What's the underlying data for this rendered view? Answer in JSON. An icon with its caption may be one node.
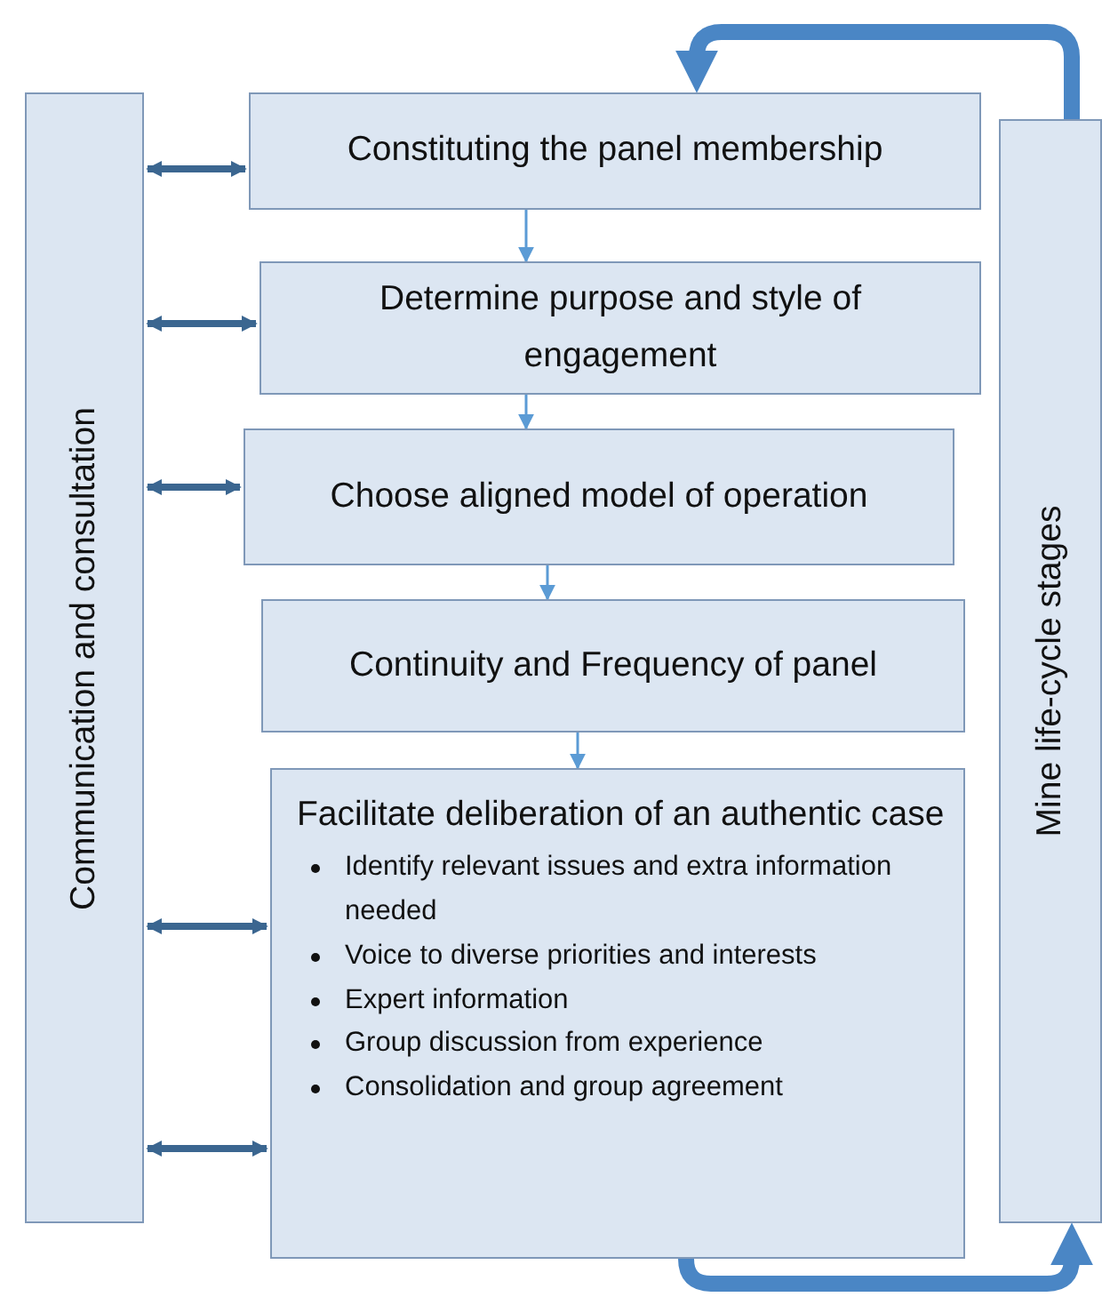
{
  "diagram": {
    "nodes": [
      {
        "text": [
          "Communication and consultation"
        ]
      },
      {
        "text": [
          "Constituting the panel membership"
        ]
      },
      {
        "text": [
          "Determine purpose and style of engagement"
        ]
      },
      {
        "text": [
          "Choose aligned model of operation"
        ]
      },
      {
        "text": [
          "Continuity and Frequency of panel"
        ]
      },
      {
        "text": [
          "Facilitate deliberation of an authentic case",
          "Identify relevant issues and extra information needed",
          "Voice to diverse priorities and interests",
          "Expert information",
          "Group discussion from experience",
          "Consolidation and group agreement"
        ]
      },
      {
        "text": [
          "Mine life-cycle stages"
        ]
      }
    ],
    "edges": [
      {
        "from": 0,
        "to": 1,
        "arrow": "both"
      },
      {
        "from": 0,
        "to": 2,
        "arrow": "both"
      },
      {
        "from": 0,
        "to": 3,
        "arrow": "both"
      },
      {
        "from": 0,
        "to": 5,
        "arrow": "both"
      },
      {
        "from": 0,
        "to": 5,
        "arrow": "both"
      },
      {
        "from": 1,
        "to": 2,
        "arrow": "to",
        "color": "#5b9bd5"
      },
      {
        "from": 2,
        "to": 3,
        "arrow": "to",
        "color": "#5b9bd5"
      },
      {
        "from": 3,
        "to": 4,
        "arrow": "to",
        "color": "#5b9bd5"
      },
      {
        "from": 4,
        "to": 5,
        "arrow": "to",
        "color": "#5b9bd5"
      },
      {
        "from": 5,
        "to": 6,
        "arrow": "to",
        "style": "thick",
        "color": "#4a86c5"
      },
      {
        "from": 6,
        "to": 1,
        "arrow": "to",
        "style": "thick",
        "color": "#4a86c5"
      }
    ]
  }
}
